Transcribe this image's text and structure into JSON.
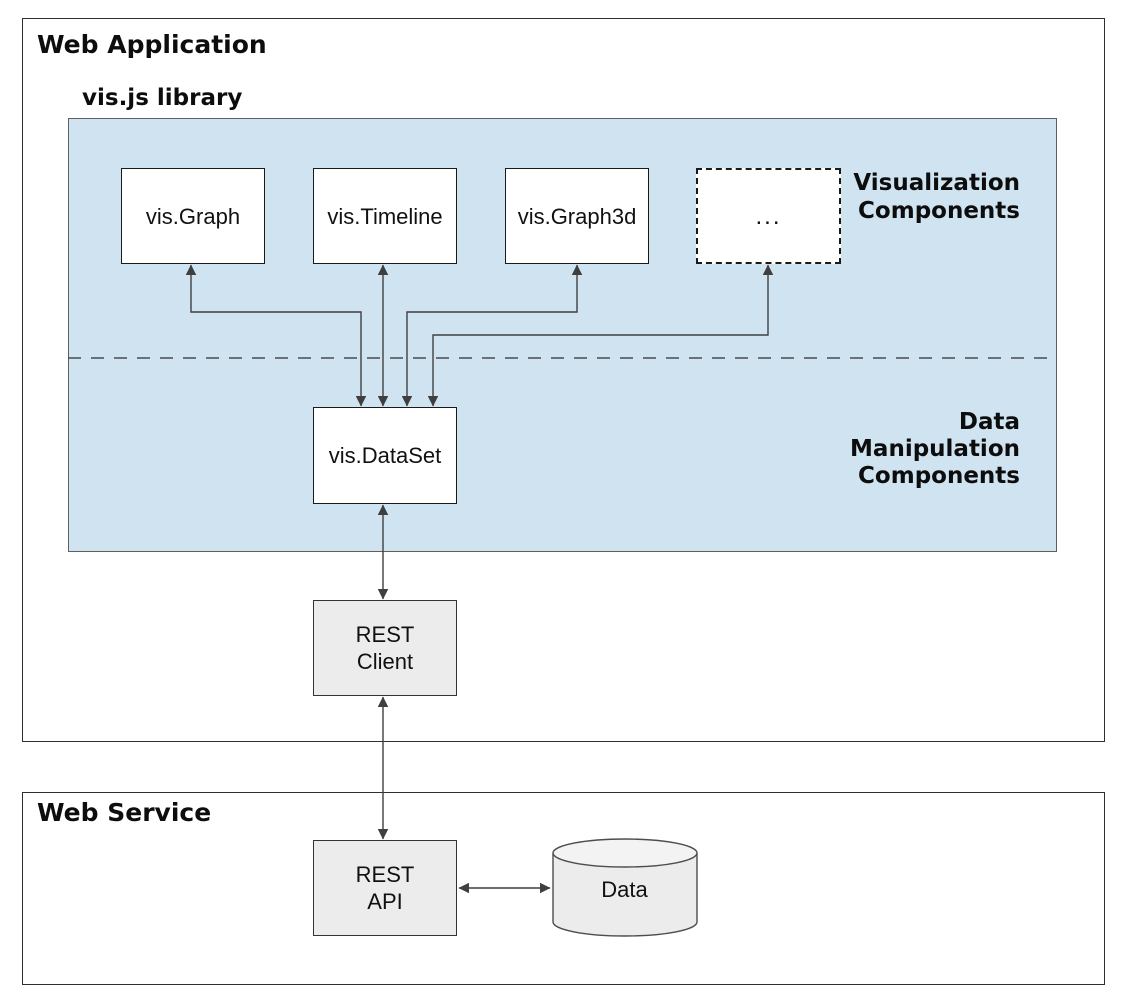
{
  "colors": {
    "library_fill": "#cfe3f1",
    "component_fill": "#ffffff",
    "module_fill": "#ececec",
    "connector_line": "#3f3f3f",
    "border_dark": "#1a1a1a",
    "text": "#111111"
  },
  "web_application": {
    "title": "Web Application",
    "vis_library": {
      "title": "vis.js library",
      "visualization_components_label": "Visualization\nComponents",
      "data_manipulation_components_label": "Data\nManipulation\nComponents",
      "components": [
        {
          "label": "vis.Graph"
        },
        {
          "label": "vis.Timeline"
        },
        {
          "label": "vis.Graph3d"
        },
        {
          "label": "..."
        }
      ],
      "dataset": {
        "label": "vis.DataSet"
      }
    },
    "rest_client": {
      "label": "REST\nClient"
    }
  },
  "web_service": {
    "title": "Web Service",
    "rest_api": {
      "label": "REST\nAPI"
    },
    "database": {
      "label": "Data"
    }
  }
}
